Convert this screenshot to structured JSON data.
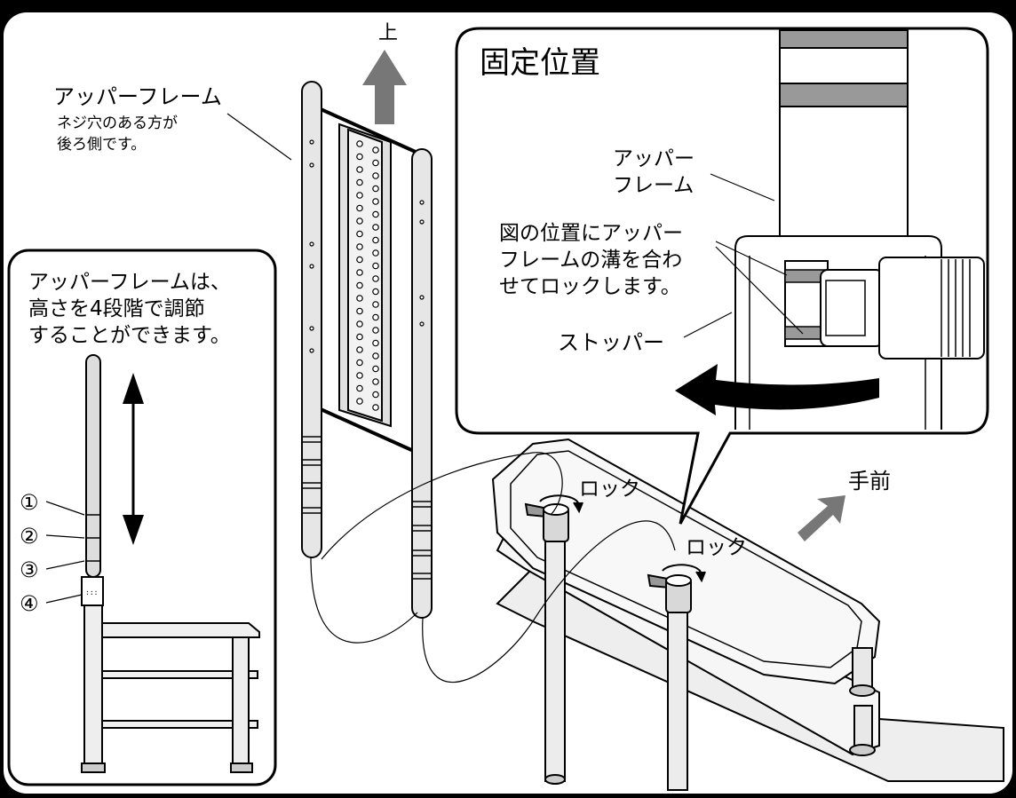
{
  "labels": {
    "up": "上",
    "upper_frame_title": "アッパーフレーム",
    "upper_frame_note_1": "ネジ穴のある方が",
    "upper_frame_note_2": "後ろ側です。",
    "fixed_position_title": "固定位置",
    "inset_upper_frame_1": "アッパー",
    "inset_upper_frame_2": "フレーム",
    "inset_instruction_1": "図の位置にアッパー",
    "inset_instruction_2": "フレームの溝を合わ",
    "inset_instruction_3": "せてロックします。",
    "stopper": "ストッパー",
    "lock_1": "ロック",
    "lock_2": "ロック",
    "front": "手前",
    "height_note_1": "アッパーフレームは、",
    "height_note_2": "高さを4段階で調節",
    "height_note_3": "することができます。",
    "step_1": "①",
    "step_2": "②",
    "step_3": "③",
    "step_4": "④"
  },
  "colors": {
    "background": "#000000",
    "panel": "#ffffff",
    "line": "#000000",
    "arrow_gray": "#777777",
    "band_gray": "#999999",
    "pole_fill": "#e6e6e6",
    "shelf_fill": "#f0f0f0"
  }
}
